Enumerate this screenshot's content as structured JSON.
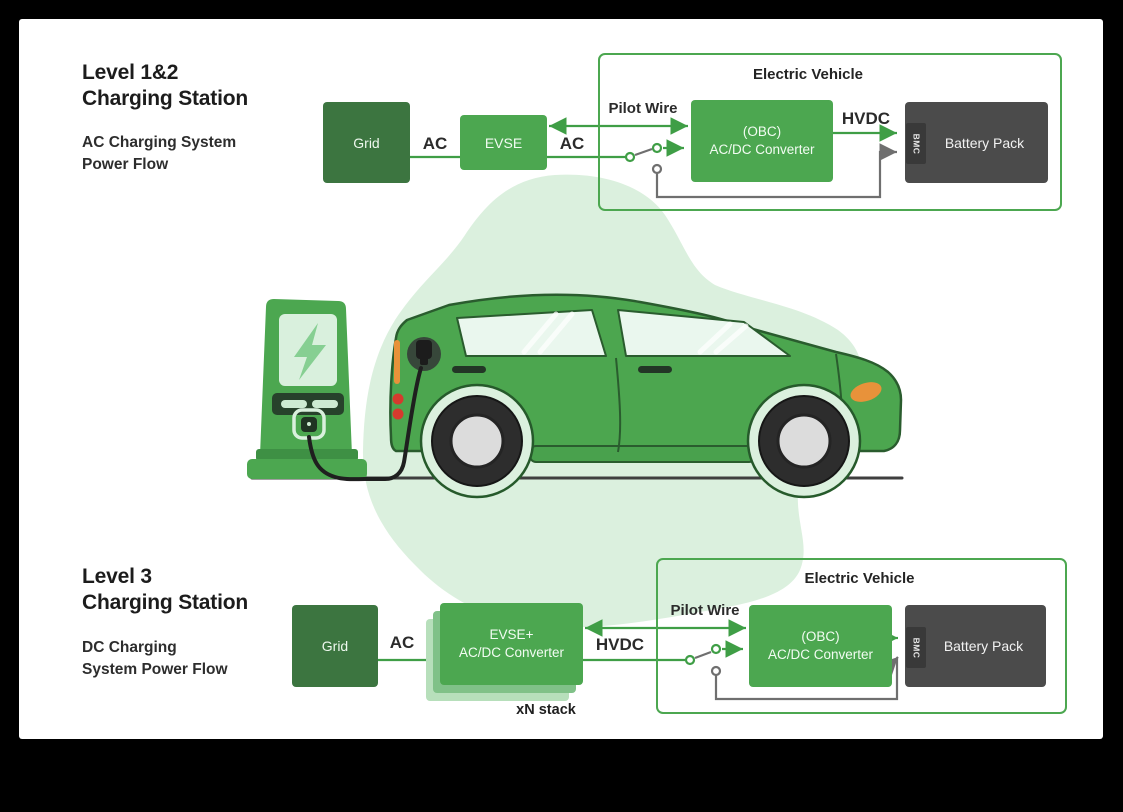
{
  "sections": {
    "top": {
      "title_lines": [
        "Level 1&2",
        "Charging Station"
      ],
      "subtitle_lines": [
        "AC Charging System",
        "Power Flow"
      ],
      "grid_label": "Grid",
      "evse_label": "EVSE",
      "ac_label_1": "AC",
      "ac_label_2": "AC",
      "pilot_wire_label": "Pilot Wire",
      "hvdc_label": "HVDC",
      "ev_title": "Electric Vehicle",
      "obc_lines": [
        "(OBC)",
        "AC/DC Converter"
      ],
      "bmc_label": "BMC",
      "battery_label": "Battery Pack"
    },
    "bottom": {
      "title_lines": [
        "Level 3",
        "Charging Station"
      ],
      "subtitle_lines": [
        "DC Charging",
        "System Power Flow"
      ],
      "grid_label": "Grid",
      "evse_lines": [
        "EVSE+",
        "AC/DC Converter"
      ],
      "stack_label": "xN stack",
      "ac_label": "AC",
      "hvdc_label": "HVDC",
      "pilot_wire_label": "Pilot Wire",
      "ev_title": "Electric Vehicle",
      "obc_lines": [
        "(OBC)",
        "AC/DC Converter"
      ],
      "bmc_label": "BMC",
      "battery_label": "Battery Pack"
    }
  },
  "icons": {
    "station_screen": "lightning-bolt-icon"
  },
  "colors": {
    "frame_black": "#000000",
    "canvas_white": "#ffffff",
    "accent_green": "#4CA750",
    "dark_green": "#3C7540",
    "outline_green": "#2A5C2E",
    "wire_green": "#3F9E46",
    "wire_gray": "#6F6F6F",
    "battery_gray": "#4B4B4B",
    "bmc_gray": "#393939",
    "blob_mint": "#DBF0DE",
    "window_mint": "#EAF7EE",
    "headlight_orange": "#E8923A",
    "taillight_red": "#D63A2E",
    "text_dark": "#1C1C1C"
  }
}
